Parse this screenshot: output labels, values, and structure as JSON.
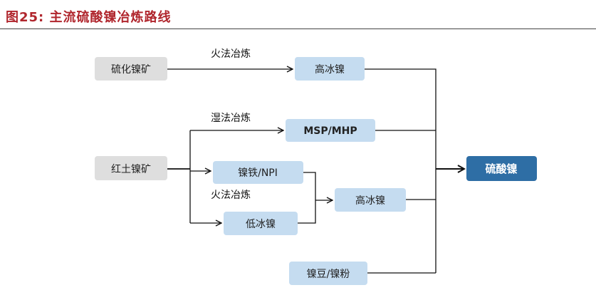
{
  "figure": {
    "label": "图25:",
    "title": "主流硫酸镍冶炼路线"
  },
  "nodes": {
    "nickel_sulfide_ore": "硫化镍矿",
    "high_matte_1": "高冰镍",
    "laterite_ore": "红土镍矿",
    "msp_mhp": "MSP/MHP",
    "ferronickel_npi": "镍铁/NPI",
    "low_matte": "低冰镍",
    "high_matte_2": "高冰镍",
    "nickel_beans_powder": "镍豆/镍粉",
    "nickel_sulfate": "硫酸镍"
  },
  "edges": {
    "pyro_1": "火法冶炼",
    "hydro": "湿法冶炼",
    "pyro_2": "火法冶炼"
  },
  "colors": {
    "gray_node": "#dedede",
    "blue_node": "#c5dcf0",
    "final_node": "#2e6ea5",
    "header": "#b0262d"
  }
}
